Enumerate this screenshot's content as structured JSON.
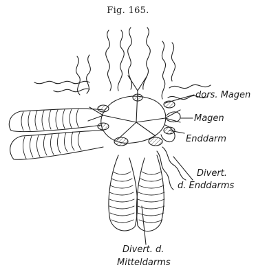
{
  "figure": {
    "caption": "Fig. 165."
  },
  "labels": {
    "dors_magen": "dors. Magen",
    "magen": "Magen",
    "enddarm": "Enddarm",
    "divert_enddarms_1": "Divert.",
    "divert_enddarms_2": "d. Enddarms",
    "divert_mitteldarms_1": "Divert. d.",
    "divert_mitteldarms_2": "Mitteldarms"
  }
}
